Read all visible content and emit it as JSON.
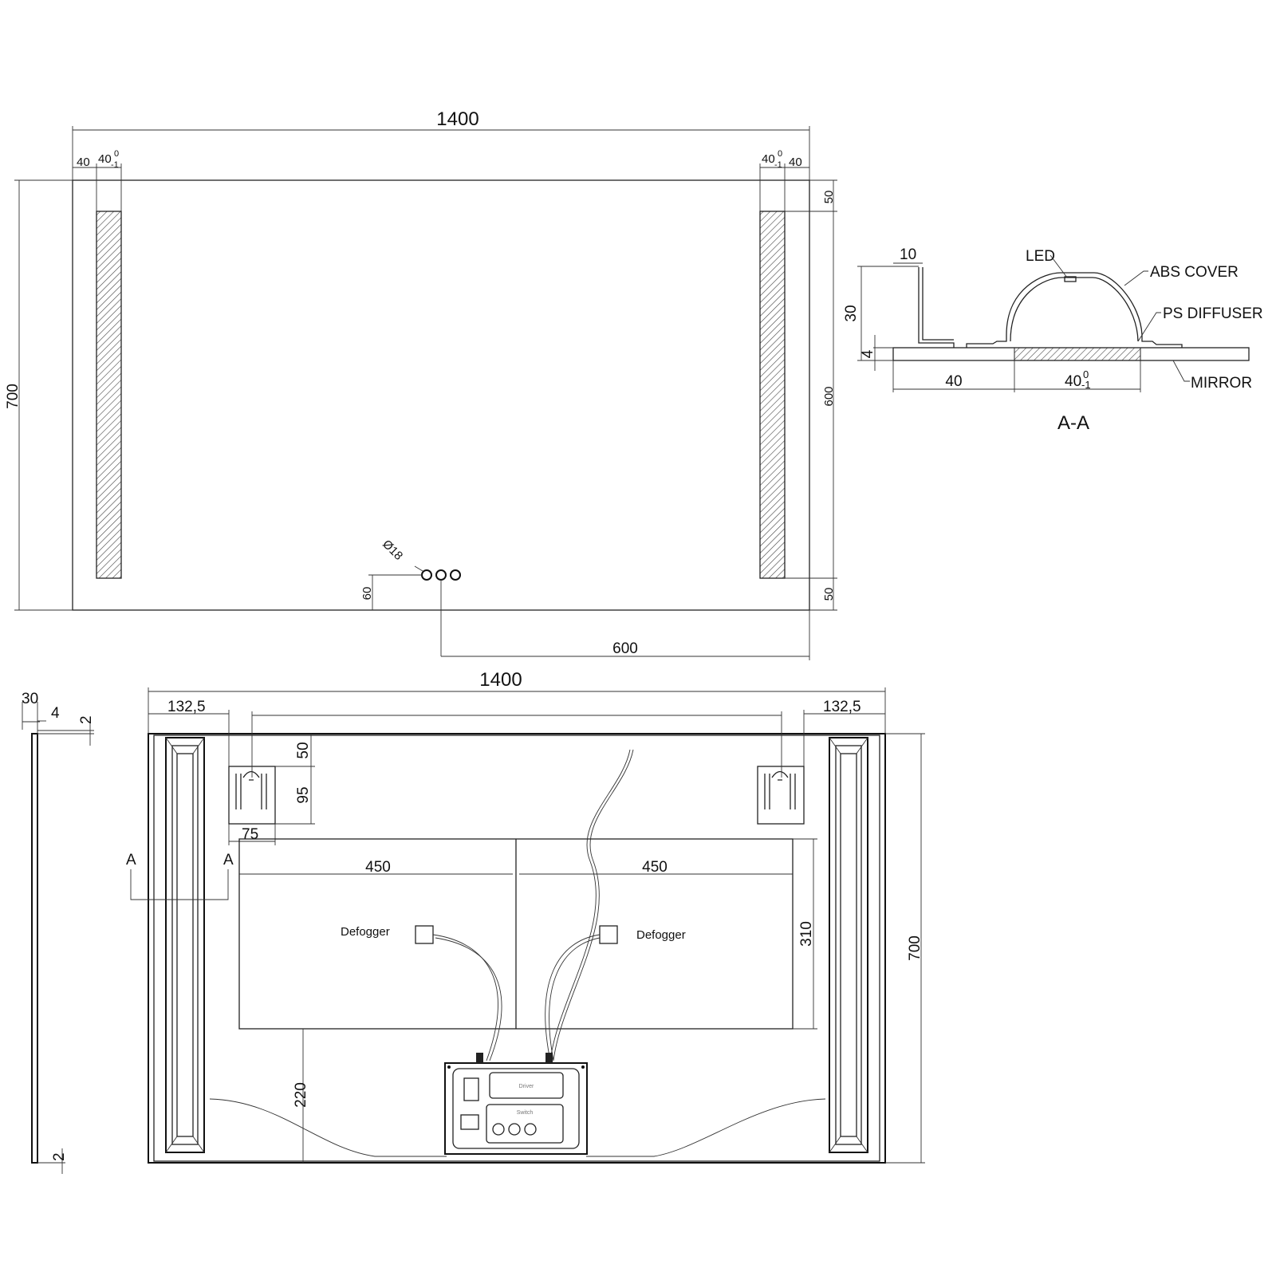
{
  "front_view": {
    "width": "1400",
    "height": "700",
    "led_offset": "40",
    "led_width": "40",
    "tol_upper": "0",
    "tol_lower": "-1",
    "top_margin": "50",
    "led_length": "600",
    "bottom_margin": "50",
    "button_diameter": "Ø18",
    "button_height": "60",
    "button_offset": "600"
  },
  "section": {
    "title": "A-A",
    "frame_width": "10",
    "depth": "30",
    "mirror_thickness": "4",
    "edge": "40",
    "strip_width": "40",
    "tol_upper": "0",
    "tol_lower": "-1",
    "labels": {
      "led": "LED",
      "abs_cover": "ABS COVER",
      "ps_diffuser": "PS DIFFUSER",
      "mirror": "MIRROR"
    }
  },
  "side_view": {
    "depth": "30",
    "mirror": "4",
    "gap_top": "2",
    "gap_bottom": "2"
  },
  "rear_view": {
    "width": "1400",
    "height": "700",
    "bracket_offset_left": "132,5",
    "bracket_offset_right": "132,5",
    "bracket_top": "50",
    "bracket_height": "95",
    "bracket_width": "75",
    "section_marker": "A",
    "defogger_width_left": "450",
    "defogger_width_right": "450",
    "defogger_height": "310",
    "defogger_bottom": "220",
    "defogger_label_left": "Defogger",
    "defogger_label_right": "Defogger",
    "box_driver": "Driver",
    "box_switch": "Switch"
  }
}
